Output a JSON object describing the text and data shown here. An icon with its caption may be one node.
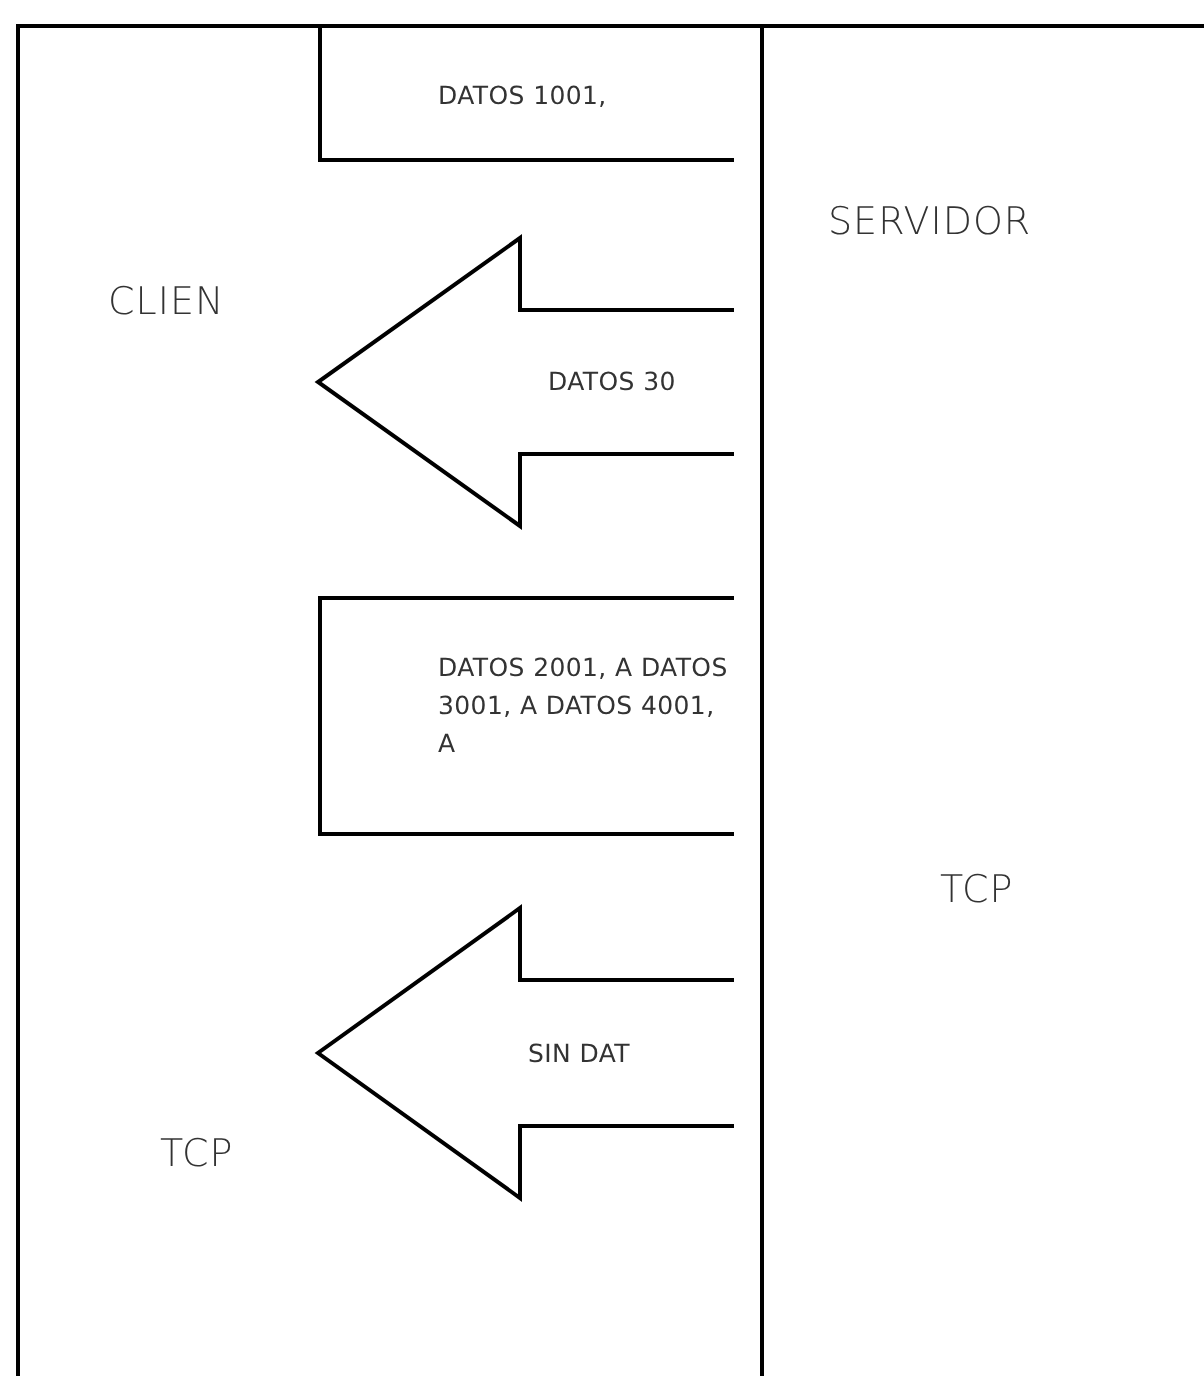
{
  "diagram": {
    "nodes": [
      {
        "text": [
          "CLIEN",
          "TCP"
        ]
      },
      {
        "text": [
          "SERVIDOR",
          "TCP"
        ]
      },
      {
        "text": [
          "DATOS 1001,"
        ],
        "in": 0
      },
      {
        "text": [
          "DATOS 30"
        ],
        "in": 0
      },
      {
        "text": [
          "DATOS 2001, A DATOS 3001, A DATOS 4001, A"
        ],
        "in": 0
      },
      {
        "text": [
          "SIN DAT"
        ],
        "in": 0
      }
    ]
  }
}
